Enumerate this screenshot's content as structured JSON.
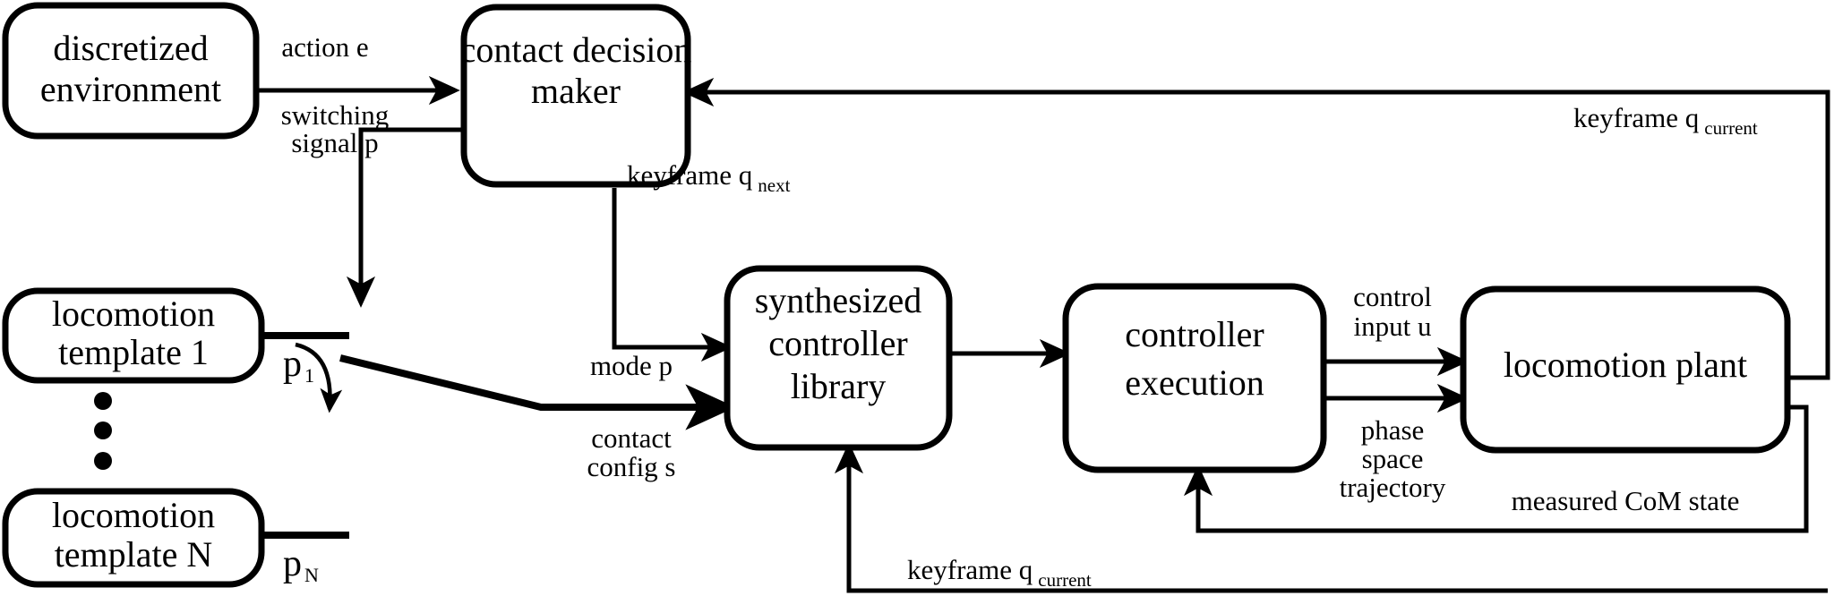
{
  "diagram": {
    "title": "locomotion control architecture block diagram",
    "background_color": "#ffffff",
    "line_color": "#000000",
    "nodes": [
      {
        "id": "discretized-environment",
        "line1": "discretized",
        "line2": "environment"
      },
      {
        "id": "contact-decision-maker",
        "line1": "contact decision",
        "line2": "maker"
      },
      {
        "id": "locomotion-template-1",
        "line1": "locomotion",
        "line2": "template 1"
      },
      {
        "id": "locomotion-template-n",
        "line1": "locomotion",
        "line2": "template N"
      },
      {
        "id": "synthesized-controller-library",
        "line1": "synthesized",
        "line2": "controller",
        "line3": "library"
      },
      {
        "id": "controller-execution",
        "line1": "controller",
        "line2": "execution"
      },
      {
        "id": "locomotion-plant",
        "line1": "locomotion plant"
      }
    ],
    "edge_labels": {
      "action_e": "action e",
      "switching_signal_1": "switching",
      "switching_signal_2": "signal p",
      "keyframe_next_main": "keyframe q",
      "keyframe_next_sub": "next",
      "keyframe_current_top_main": "keyframe q",
      "keyframe_current_top_sub": "current",
      "keyframe_current_bottom_main": "keyframe q",
      "keyframe_current_bottom_sub": "current",
      "mode_p": "mode p",
      "contact_config_1": "contact",
      "contact_config_2": "config s",
      "control_input_1": "control",
      "control_input_2": "input u",
      "phase_space_1": "phase",
      "phase_space_2": "space",
      "phase_space_3": "trajectory",
      "measured_com_state": "measured CoM state"
    },
    "port_labels": {
      "p1_main": "p",
      "p1_sub": "1",
      "pn_main": "p",
      "pn_sub": "N"
    }
  }
}
